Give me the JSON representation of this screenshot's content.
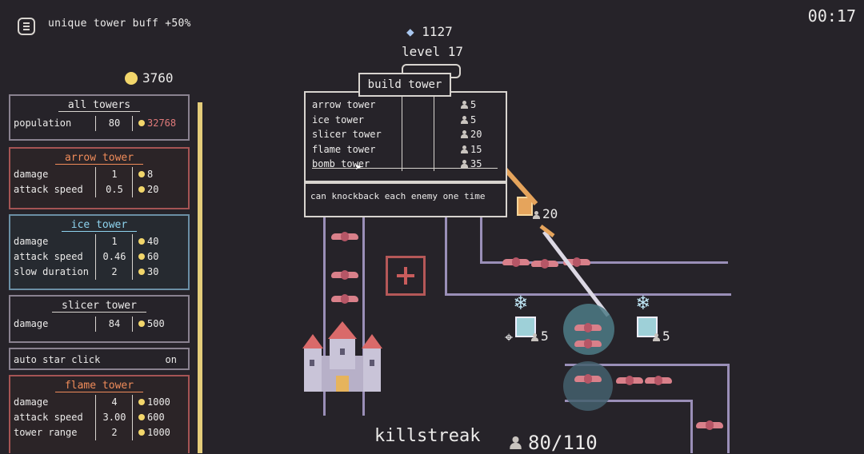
{
  "hud": {
    "buff_text": "unique tower buff +50%",
    "timer": "00:17",
    "gems": "1127",
    "level": "level 17",
    "gold": "3760",
    "killstreak_label": "killstreak",
    "population": "80/110"
  },
  "panels": {
    "all_towers": {
      "title": "all towers",
      "label": "population",
      "value": "80",
      "cost": "32768"
    },
    "arrow": {
      "title": "arrow tower",
      "rows": [
        {
          "k": "damage",
          "v": "1",
          "c": "8"
        },
        {
          "k": "attack speed",
          "v": "0.5",
          "c": "20"
        }
      ]
    },
    "ice": {
      "title": "ice tower",
      "rows": [
        {
          "k": "damage",
          "v": "1",
          "c": "40"
        },
        {
          "k": "attack speed",
          "v": "0.46",
          "c": "60"
        },
        {
          "k": "slow duration",
          "v": "2",
          "c": "30"
        }
      ]
    },
    "slicer": {
      "title": "slicer tower",
      "rows": [
        {
          "k": "damage",
          "v": "84",
          "c": "500"
        }
      ]
    },
    "auto": {
      "label": "auto star click",
      "state": "on"
    },
    "flame": {
      "title": "flame tower",
      "rows": [
        {
          "k": "damage",
          "v": "4",
          "c": "1000"
        },
        {
          "k": "attack speed",
          "v": "3.00",
          "c": "600"
        },
        {
          "k": "tower range",
          "v": "2",
          "c": "1000"
        }
      ]
    }
  },
  "build_popup": {
    "title": "build tower",
    "items": [
      {
        "name": "arrow tower",
        "cost": "5"
      },
      {
        "name": "ice tower",
        "cost": "5"
      },
      {
        "name": "slicer tower",
        "cost": "20"
      },
      {
        "name": "flame tower",
        "cost": "15"
      },
      {
        "name": "bomb tower",
        "cost": "35"
      }
    ],
    "description": "can knockback each enemy one time"
  },
  "map": {
    "slicer_cost": "20",
    "ice_left_cost": "5",
    "ice_right_cost": "5"
  },
  "colors": {
    "accent_red": "#a55454",
    "accent_blue": "#6b8fa5",
    "gold": "#f2d66b",
    "lane": "#9a8fb8"
  }
}
